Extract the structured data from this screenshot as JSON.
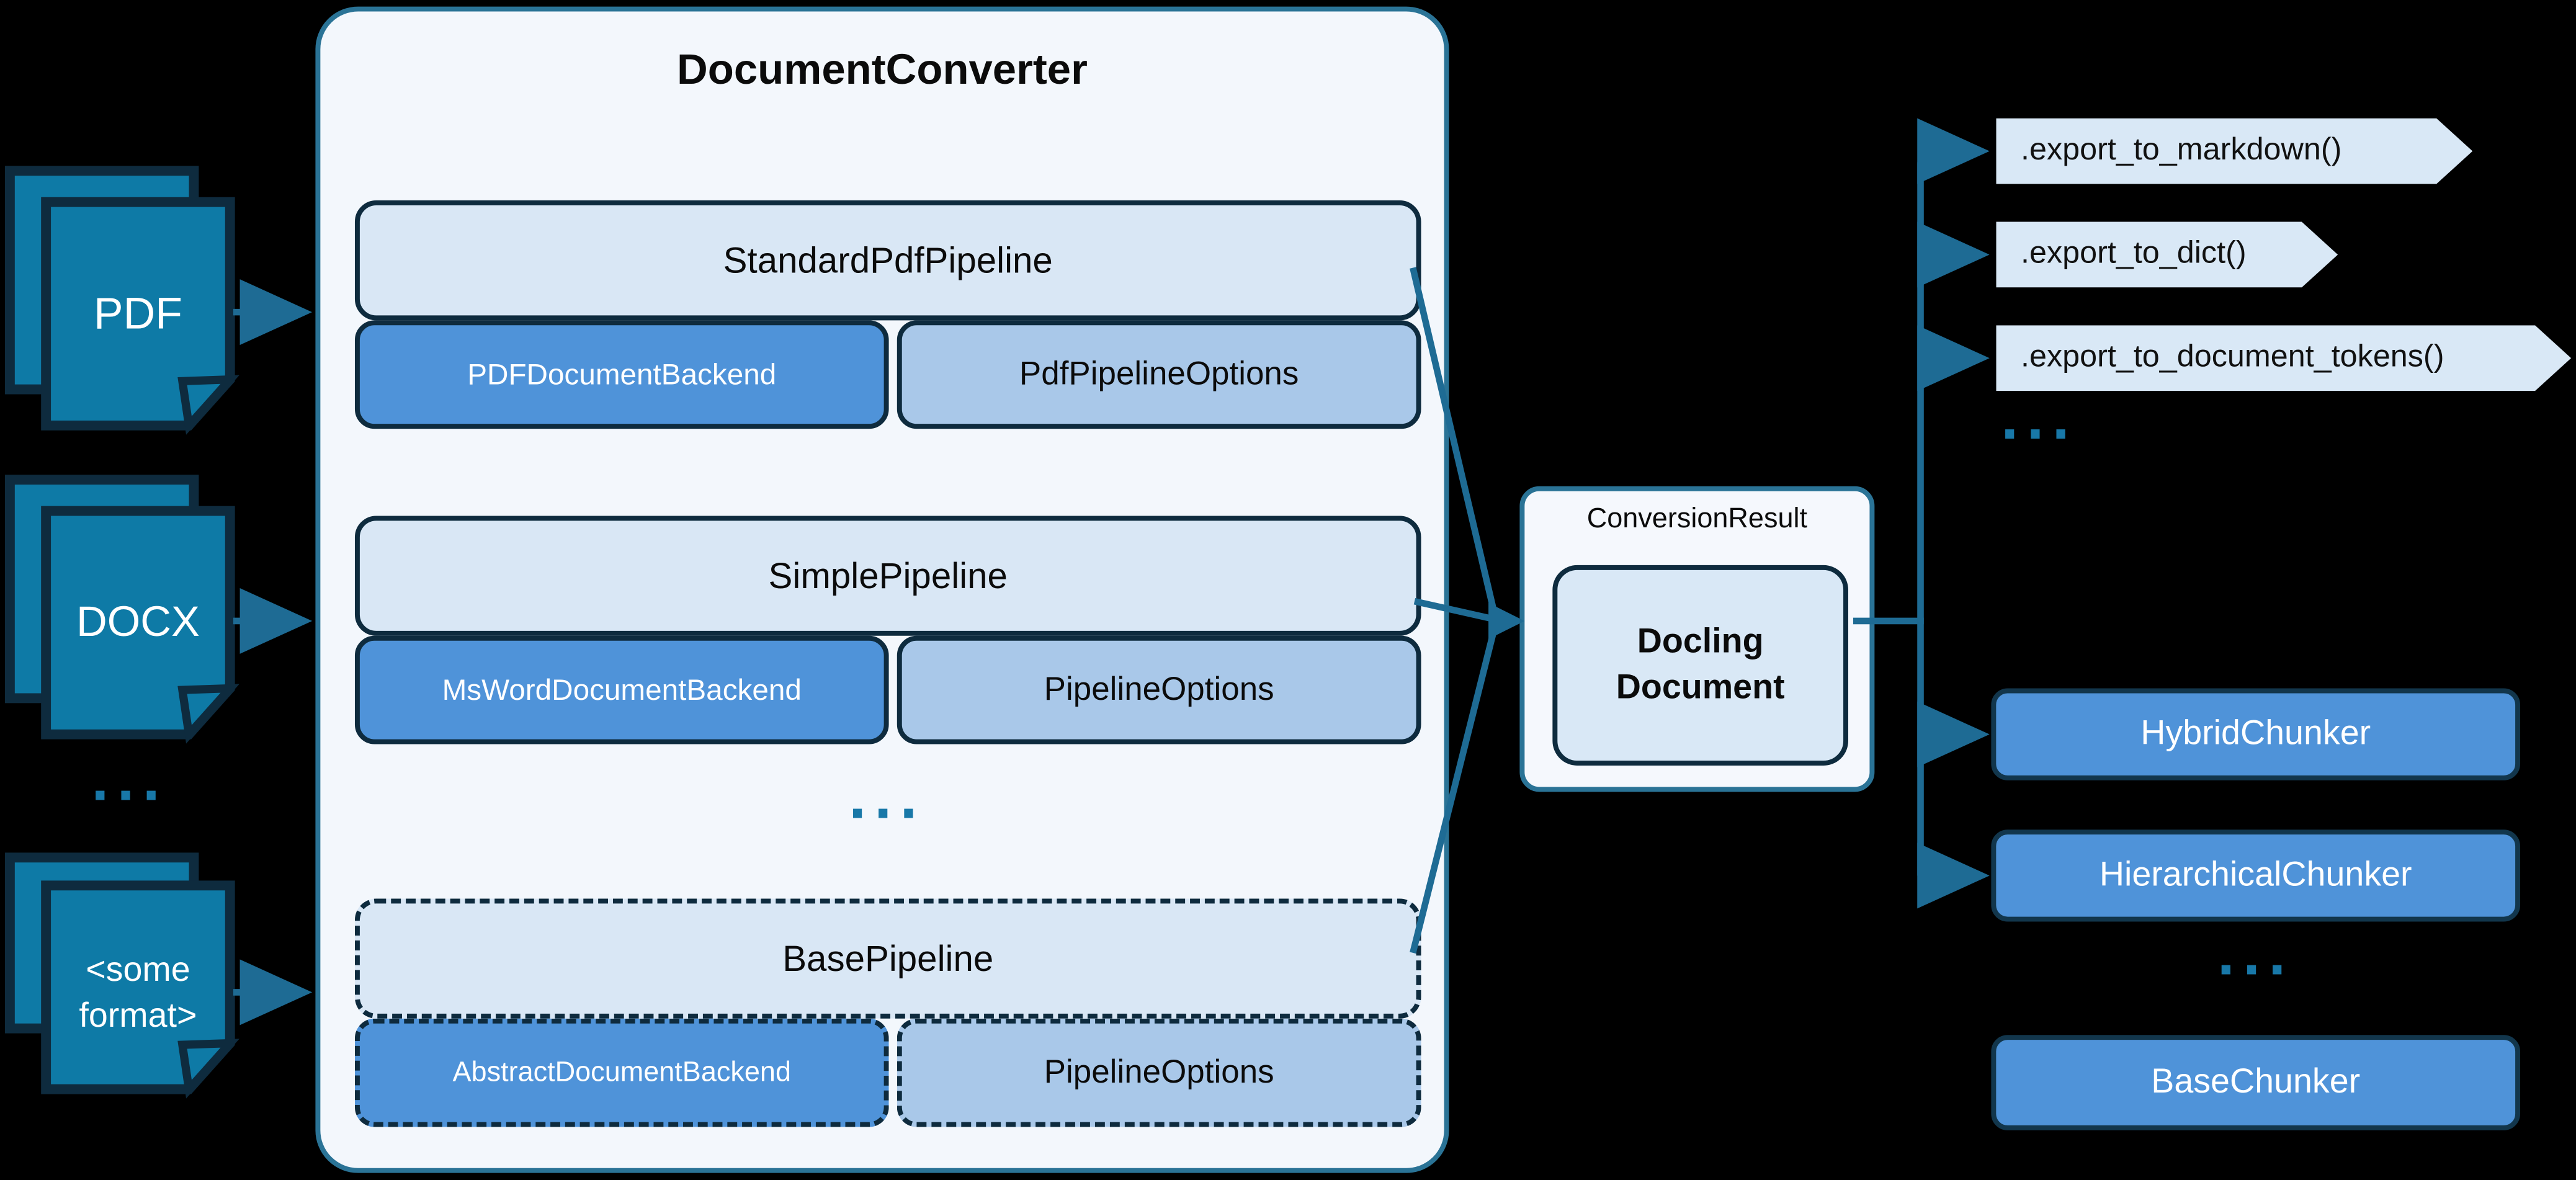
{
  "colors": {
    "background": "#000000",
    "source_page_fill": "#0E7AA6",
    "dark_navy_border": "#0E2B3E",
    "teal_arrow": "#1E6B94",
    "teal_dots": "#1878A8",
    "container_bg": "#F3F7FC",
    "container_border": "#2A7396",
    "light_blue_box": "#D9E7F5",
    "mid_blue_box": "#4F93D9",
    "pale_blue_box": "#A9C8E9",
    "white_text": "#FFFFFF",
    "dark_text": "#0B0B0B"
  },
  "icons": {
    "sources": "stacked-documents-icon"
  },
  "sources": {
    "items": [
      {
        "label": "PDF",
        "lines": [
          "PDF"
        ]
      },
      {
        "label": "DOCX",
        "lines": [
          "DOCX"
        ]
      },
      {
        "label": "<some format>",
        "lines": [
          "<some",
          "format>"
        ]
      }
    ],
    "ellipsis": "..."
  },
  "converter": {
    "title": "DocumentConverter",
    "ellipsis": "...",
    "pipelines": [
      {
        "name": "StandardPdfPipeline",
        "backend": "PDFDocumentBackend",
        "options": "PdfPipelineOptions"
      },
      {
        "name": "SimplePipeline",
        "backend": "MsWordDocumentBackend",
        "options": "PipelineOptions"
      },
      {
        "name": "BasePipeline",
        "backend": "AbstractDocumentBackend",
        "options": "PipelineOptions"
      }
    ]
  },
  "result": {
    "container_label": "ConversionResult",
    "document_lines": [
      "Docling",
      "Document"
    ]
  },
  "exports": {
    "methods": [
      ".export_to_markdown()",
      ".export_to_dict()",
      ".export_to_document_tokens()"
    ],
    "ellipsis": "..."
  },
  "chunkers": {
    "items": [
      "HybridChunker",
      "HierarchicalChunker",
      "BaseChunker"
    ],
    "ellipsis": "..."
  }
}
